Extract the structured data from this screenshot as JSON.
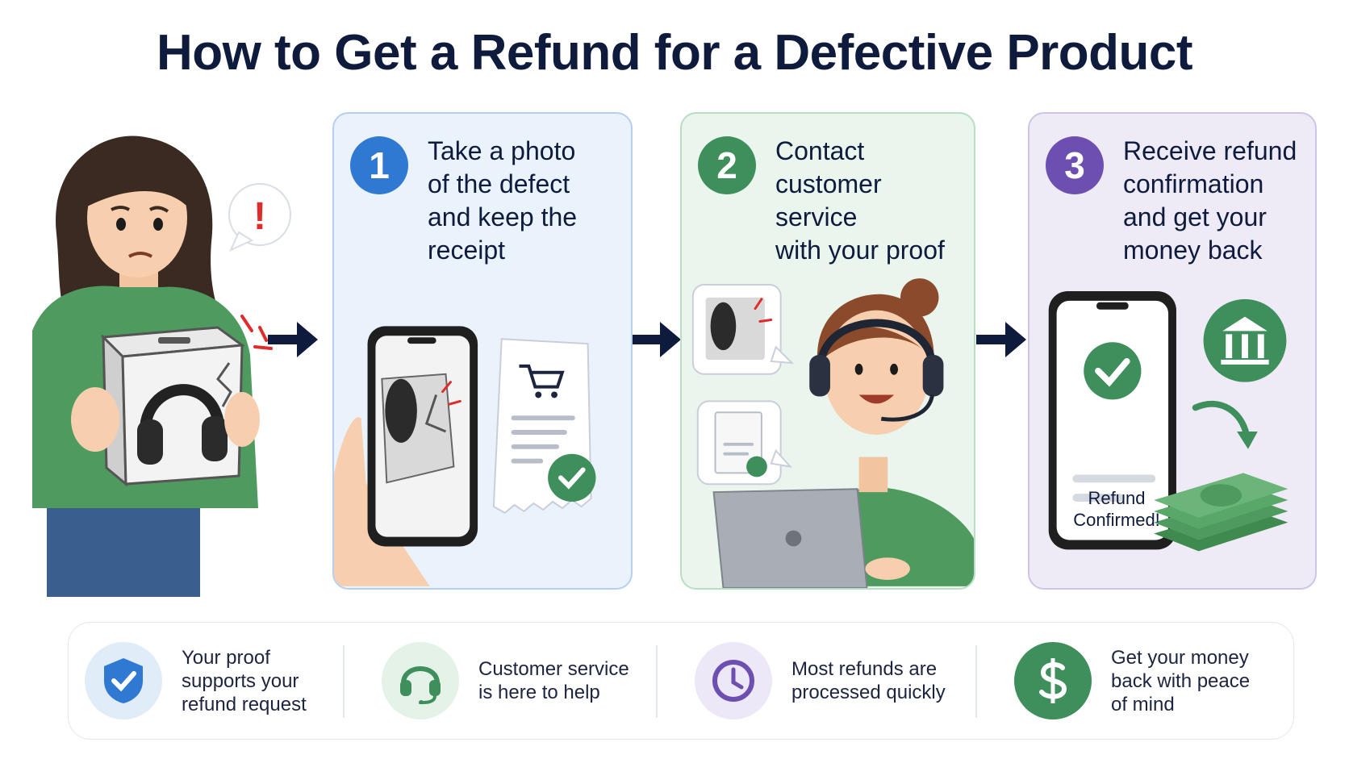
{
  "title": "How to Get a Refund for a Defective Product",
  "steps": [
    {
      "number": "1",
      "text": "Take a photo\nof the defect\nand keep the\nreceipt"
    },
    {
      "number": "2",
      "text": "Contact\ncustomer service\nwith your proof"
    },
    {
      "number": "3",
      "text": "Receive refund\nconfirmation\nand get your\nmoney back"
    }
  ],
  "phone_screen": {
    "line1": "Refund",
    "line2": "Confirmed!"
  },
  "alert_symbol": "!",
  "features": [
    {
      "icon": "shield-check-icon",
      "text": "Your proof\nsupports your\nrefund request"
    },
    {
      "icon": "headset-icon",
      "text": "Customer service\nis here to help"
    },
    {
      "icon": "clock-icon",
      "text": "Most refunds are\nprocessed quickly"
    },
    {
      "icon": "dollar-icon",
      "text": "Get your money\nback with peace\nof mind"
    }
  ],
  "colors": {
    "navy": "#0f1b3d",
    "blue": "#2f79d3",
    "green": "#3f8f5c",
    "purple": "#6c4fb0",
    "alert_red": "#e02b2b"
  }
}
